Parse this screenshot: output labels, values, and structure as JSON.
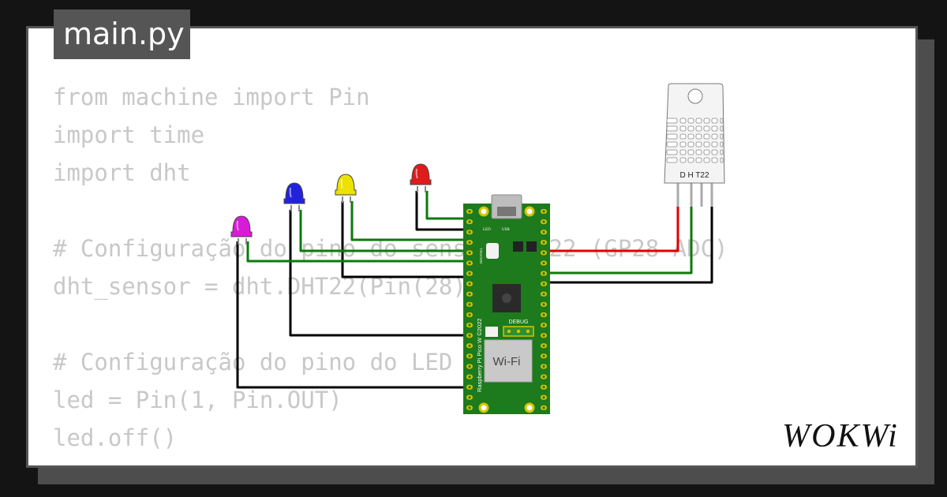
{
  "file_tab": {
    "label": "main.py"
  },
  "code_lines": [
    "from machine import Pin",
    "import time",
    "import dht",
    "",
    "# Configuração do pino do sensor DHT22 (GP28 ADC)",
    "dht_sensor = dht.DHT22(Pin(28))",
    "",
    "# Configuração do pino do LED (GP1)",
    "led = Pin(1, Pin.OUT)",
    "led.off()"
  ],
  "board": {
    "model_text": "Raspberry Pi Pico W ©2022",
    "wifi_label": "Wi-Fi",
    "debug_label": "DEBUG",
    "led_label": "LED",
    "usb_label": "USB",
    "bootsel_label": "BOOTSEL"
  },
  "sensor": {
    "label": "D H T22"
  },
  "leds": [
    {
      "color": "red",
      "hex": "#e01b1b"
    },
    {
      "color": "yellow",
      "hex": "#ece100"
    },
    {
      "color": "blue",
      "hex": "#2222dd"
    },
    {
      "color": "magenta",
      "hex": "#d81bd8"
    }
  ],
  "colors": {
    "board_green": "#1d7a1d",
    "wire_green": "#0b7a0b",
    "wire_red": "#e00000",
    "wire_black": "#000000",
    "code_gray": "#c8c8c8"
  },
  "brand": {
    "name": "WOKWi"
  }
}
